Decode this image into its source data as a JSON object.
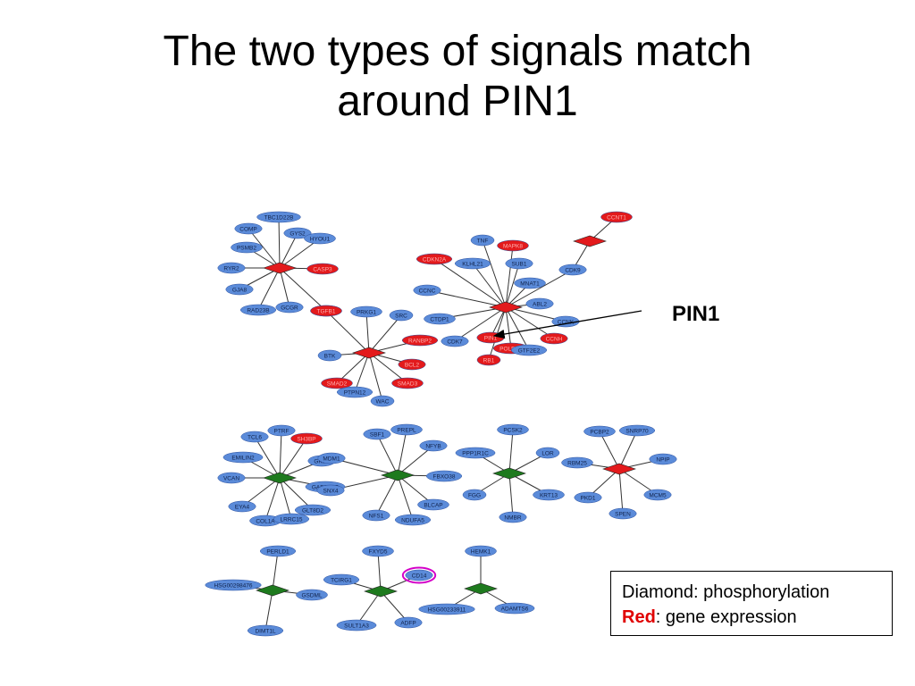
{
  "title_line1": "The two types of signals match",
  "title_line2": "around PIN1",
  "pin1_callout": "PIN1",
  "legend": {
    "line1": "Diamond: phosphorylation",
    "line2_highlight": "Red",
    "line2_rest": ": gene expression"
  },
  "colors": {
    "gene_node": "#5b8bd9",
    "expression_red": "#e31a1c",
    "phospho_green": "#1e7a1e",
    "highlight_magenta": "#d400c8"
  },
  "clusters": [
    {
      "hub_color": "red",
      "leaves": [
        {
          "label": "TBC1D22B",
          "color": "blue"
        },
        {
          "label": "COMP",
          "color": "blue"
        },
        {
          "label": "GYS2",
          "color": "blue"
        },
        {
          "label": "HYOU1",
          "color": "blue"
        },
        {
          "label": "PSMB2",
          "color": "blue"
        },
        {
          "label": "RYR2",
          "color": "blue"
        },
        {
          "label": "CASP3",
          "color": "red"
        },
        {
          "label": "GJA8",
          "color": "blue"
        },
        {
          "label": "RAD23B",
          "color": "blue"
        },
        {
          "label": "GCGR",
          "color": "blue"
        },
        {
          "label": "TGFB1",
          "color": "red"
        }
      ]
    },
    {
      "hub_color": "red",
      "leaves": [
        {
          "label": "PRKG1",
          "color": "blue"
        },
        {
          "label": "SRC",
          "color": "blue"
        },
        {
          "label": "RANBP2",
          "color": "red"
        },
        {
          "label": "BTK",
          "color": "blue"
        },
        {
          "label": "BCL2",
          "color": "red"
        },
        {
          "label": "SMAD2",
          "color": "red"
        },
        {
          "label": "SMAD3",
          "color": "red"
        },
        {
          "label": "PTPN12",
          "color": "blue"
        },
        {
          "label": "WAC",
          "color": "blue"
        },
        {
          "label": "TGFB1",
          "color": "red"
        }
      ]
    },
    {
      "hub_color": "red",
      "leaves": [
        {
          "label": "TNF",
          "color": "blue"
        },
        {
          "label": "MAPK8",
          "color": "red"
        },
        {
          "label": "CDKN2A",
          "color": "red"
        },
        {
          "label": "KLHL21",
          "color": "blue"
        },
        {
          "label": "SUB1",
          "color": "blue"
        },
        {
          "label": "MNAT1",
          "color": "blue"
        },
        {
          "label": "CCNC",
          "color": "blue"
        },
        {
          "label": "ABL2",
          "color": "blue"
        },
        {
          "label": "CTDP1",
          "color": "blue"
        },
        {
          "label": "CCNK",
          "color": "blue"
        },
        {
          "label": "CDK7",
          "color": "blue"
        },
        {
          "label": "PIN1",
          "color": "red"
        },
        {
          "label": "CCNH",
          "color": "red"
        },
        {
          "label": "POLR2A",
          "color": "red"
        },
        {
          "label": "GTF2E2",
          "color": "blue"
        },
        {
          "label": "RB1",
          "color": "red"
        }
      ]
    },
    {
      "hub_color": "red",
      "leaves": [
        {
          "label": "CCNT1",
          "color": "red"
        },
        {
          "label": "CDK9",
          "color": "blue"
        }
      ]
    },
    {
      "hub_color": "green",
      "leaves": [
        {
          "label": "TCL6",
          "color": "blue"
        },
        {
          "label": "PTRF",
          "color": "blue"
        },
        {
          "label": "SH3BP",
          "color": "red"
        },
        {
          "label": "EMILIN2",
          "color": "blue"
        },
        {
          "label": "GK3P",
          "color": "blue"
        },
        {
          "label": "VCAN",
          "color": "blue"
        },
        {
          "label": "GADD45B",
          "color": "blue"
        },
        {
          "label": "EYA4",
          "color": "blue"
        },
        {
          "label": "GLT8D2",
          "color": "blue"
        },
        {
          "label": "COL1A",
          "color": "blue"
        },
        {
          "label": "LRRC15",
          "color": "blue"
        }
      ]
    },
    {
      "hub_color": "green",
      "leaves": [
        {
          "label": "SBF1",
          "color": "blue"
        },
        {
          "label": "PREPL",
          "color": "blue"
        },
        {
          "label": "MDM1",
          "color": "blue"
        },
        {
          "label": "NFYB",
          "color": "blue"
        },
        {
          "label": "FBXO38",
          "color": "blue"
        },
        {
          "label": "SNX4",
          "color": "blue"
        },
        {
          "label": "BLCAP",
          "color": "blue"
        },
        {
          "label": "NFS1",
          "color": "blue"
        },
        {
          "label": "NDUFA5",
          "color": "blue"
        }
      ]
    },
    {
      "hub_color": "green",
      "leaves": [
        {
          "label": "PCSK2",
          "color": "blue"
        },
        {
          "label": "PPP1R1C",
          "color": "blue"
        },
        {
          "label": "LOR",
          "color": "blue"
        },
        {
          "label": "FGG",
          "color": "blue"
        },
        {
          "label": "KRT13",
          "color": "blue"
        },
        {
          "label": "NMBR",
          "color": "blue"
        }
      ]
    },
    {
      "hub_color": "red",
      "leaves": [
        {
          "label": "PCBP2",
          "color": "blue"
        },
        {
          "label": "SNRP70",
          "color": "blue"
        },
        {
          "label": "RBM25",
          "color": "blue"
        },
        {
          "label": "NPIP",
          "color": "blue"
        },
        {
          "label": "PKD1",
          "color": "blue"
        },
        {
          "label": "MCM5",
          "color": "blue"
        },
        {
          "label": "SPEN",
          "color": "blue"
        }
      ]
    },
    {
      "hub_color": "green",
      "leaves": [
        {
          "label": "PERLD1",
          "color": "blue"
        },
        {
          "label": "HSG00298476",
          "color": "blue"
        },
        {
          "label": "GSDML",
          "color": "blue"
        },
        {
          "label": "DIMT1L",
          "color": "blue"
        }
      ]
    },
    {
      "hub_color": "green",
      "leaves": [
        {
          "label": "FXYD5",
          "color": "blue"
        },
        {
          "label": "TCIRG1",
          "color": "blue"
        },
        {
          "label": "CD14",
          "color": "blue"
        },
        {
          "label": "SULT1A3",
          "color": "blue"
        },
        {
          "label": "ADFP",
          "color": "blue"
        }
      ]
    },
    {
      "hub_color": "green",
      "leaves": [
        {
          "label": "HEMK1",
          "color": "blue"
        },
        {
          "label": "HSG00233911",
          "color": "blue"
        },
        {
          "label": "ADAMTS6",
          "color": "blue"
        }
      ]
    }
  ]
}
